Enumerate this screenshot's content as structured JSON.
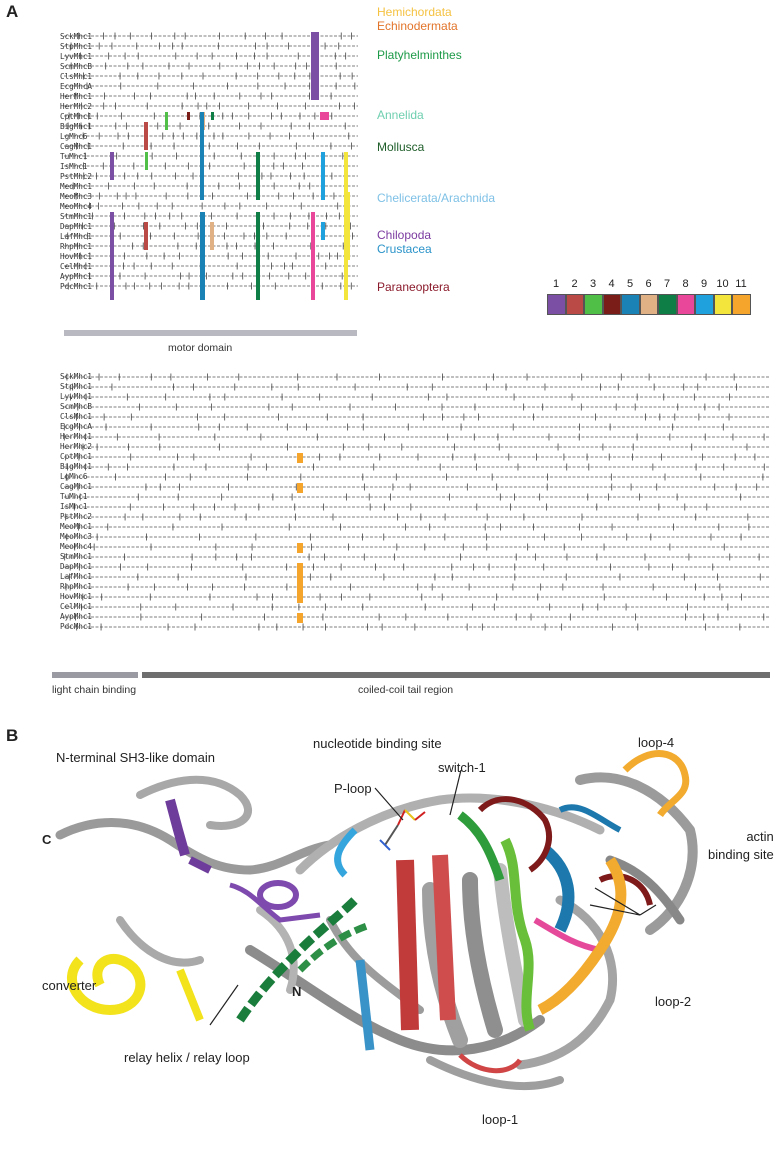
{
  "panel_a": {
    "label": "A",
    "species": [
      "SckMhc1",
      "StpMhc1",
      "LyvMhc1",
      "ScmMhcB",
      "ClsMhc1",
      "EcgMhcA",
      "HerMhc1",
      "HerMhc2",
      "CptMhc1",
      "BigMhc1",
      "LgMhc6",
      "CagMhc1",
      "TuMhc1",
      "IsMhc1",
      "PstMhc2",
      "MeoMhc1",
      "MeoMhc3",
      "MeoMhc4",
      "StmMhc1",
      "DapMhc1",
      "LafMhc1",
      "RhpMhc1",
      "HovMhc1",
      "CelMhc1",
      "AypMhc1",
      "PdcMhc1"
    ],
    "taxa": [
      {
        "name": "Hemichordata",
        "color": "#f5c242"
      },
      {
        "name": "Echinodermata",
        "color": "#e2742a"
      },
      {
        "name": "Platyhelminthes",
        "color": "#1d9a48"
      },
      {
        "name": "Annelida",
        "color": "#6fcfb0"
      },
      {
        "name": "Mollusca",
        "color": "#1f5e2a"
      },
      {
        "name": "Chelicerata/Arachnida",
        "color": "#7fc1e6"
      },
      {
        "name": "Chilopoda",
        "color": "#7b3aa0"
      },
      {
        "name": "Crustacea",
        "color": "#2a93c9"
      },
      {
        "name": "Paraneoptera",
        "color": "#8b1b2c"
      }
    ],
    "legend": {
      "numbers": [
        "1",
        "2",
        "3",
        "4",
        "5",
        "6",
        "7",
        "8",
        "9",
        "10",
        "11"
      ],
      "colors": [
        "#7b4fa3",
        "#b94a45",
        "#4fbf48",
        "#7a1d18",
        "#1a82b4",
        "#dfb184",
        "#0e7d46",
        "#e8479a",
        "#1ea1dc",
        "#f4e53c",
        "#f5a52b"
      ]
    },
    "motor_domain_label": "motor domain",
    "light_chain_label": "light chain binding",
    "coiled_coil_label": "coiled-coil tail region"
  },
  "panel_b": {
    "label": "B",
    "annotations": {
      "sh3": "N-terminal SH3-like domain",
      "nucleotide": "nucleotide binding site",
      "loop4": "loop-4",
      "switch1": "switch-1",
      "ploop": "P-loop",
      "c_term": "C",
      "actin": "actin\nbinding site",
      "converter": "converter",
      "n_term": "N",
      "loop2": "loop-2",
      "relay": "relay helix / relay loop",
      "loop1": "loop-1"
    }
  }
}
